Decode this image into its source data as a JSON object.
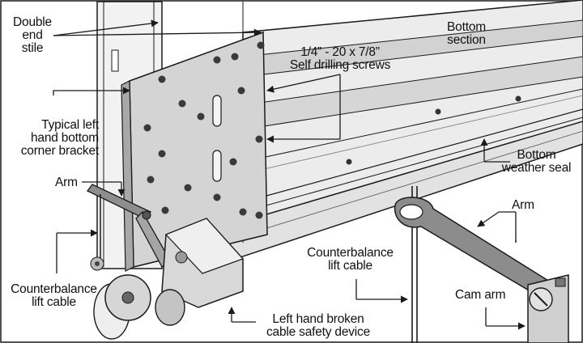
{
  "labels": {
    "double_end_stile": "Double\nend\nstile",
    "bottom_section": "Bottom\nsection",
    "screws": "1/4” - 20 x 7/8”\nSelf drilling screws",
    "corner_bracket": "Typical left\nhand bottom\ncorner bracket",
    "arm_left": "Arm",
    "bottom_weather_seal": "Bottom\nweather seal",
    "arm_right": "Arm",
    "counterbalance_inset": "Counterbalance\nlift cable",
    "cam_arm": "Cam arm",
    "counterbalance_left": "Counterbalance\nlift cable",
    "safety_device": "Left hand broken\ncable safety device"
  },
  "colors": {
    "line": "#1a1a1a",
    "metal_light": "#e6e6e6",
    "metal_mid": "#c8c8c8",
    "metal_dark": "#9a9a9a",
    "arm_fill": "#8c8c8c"
  }
}
